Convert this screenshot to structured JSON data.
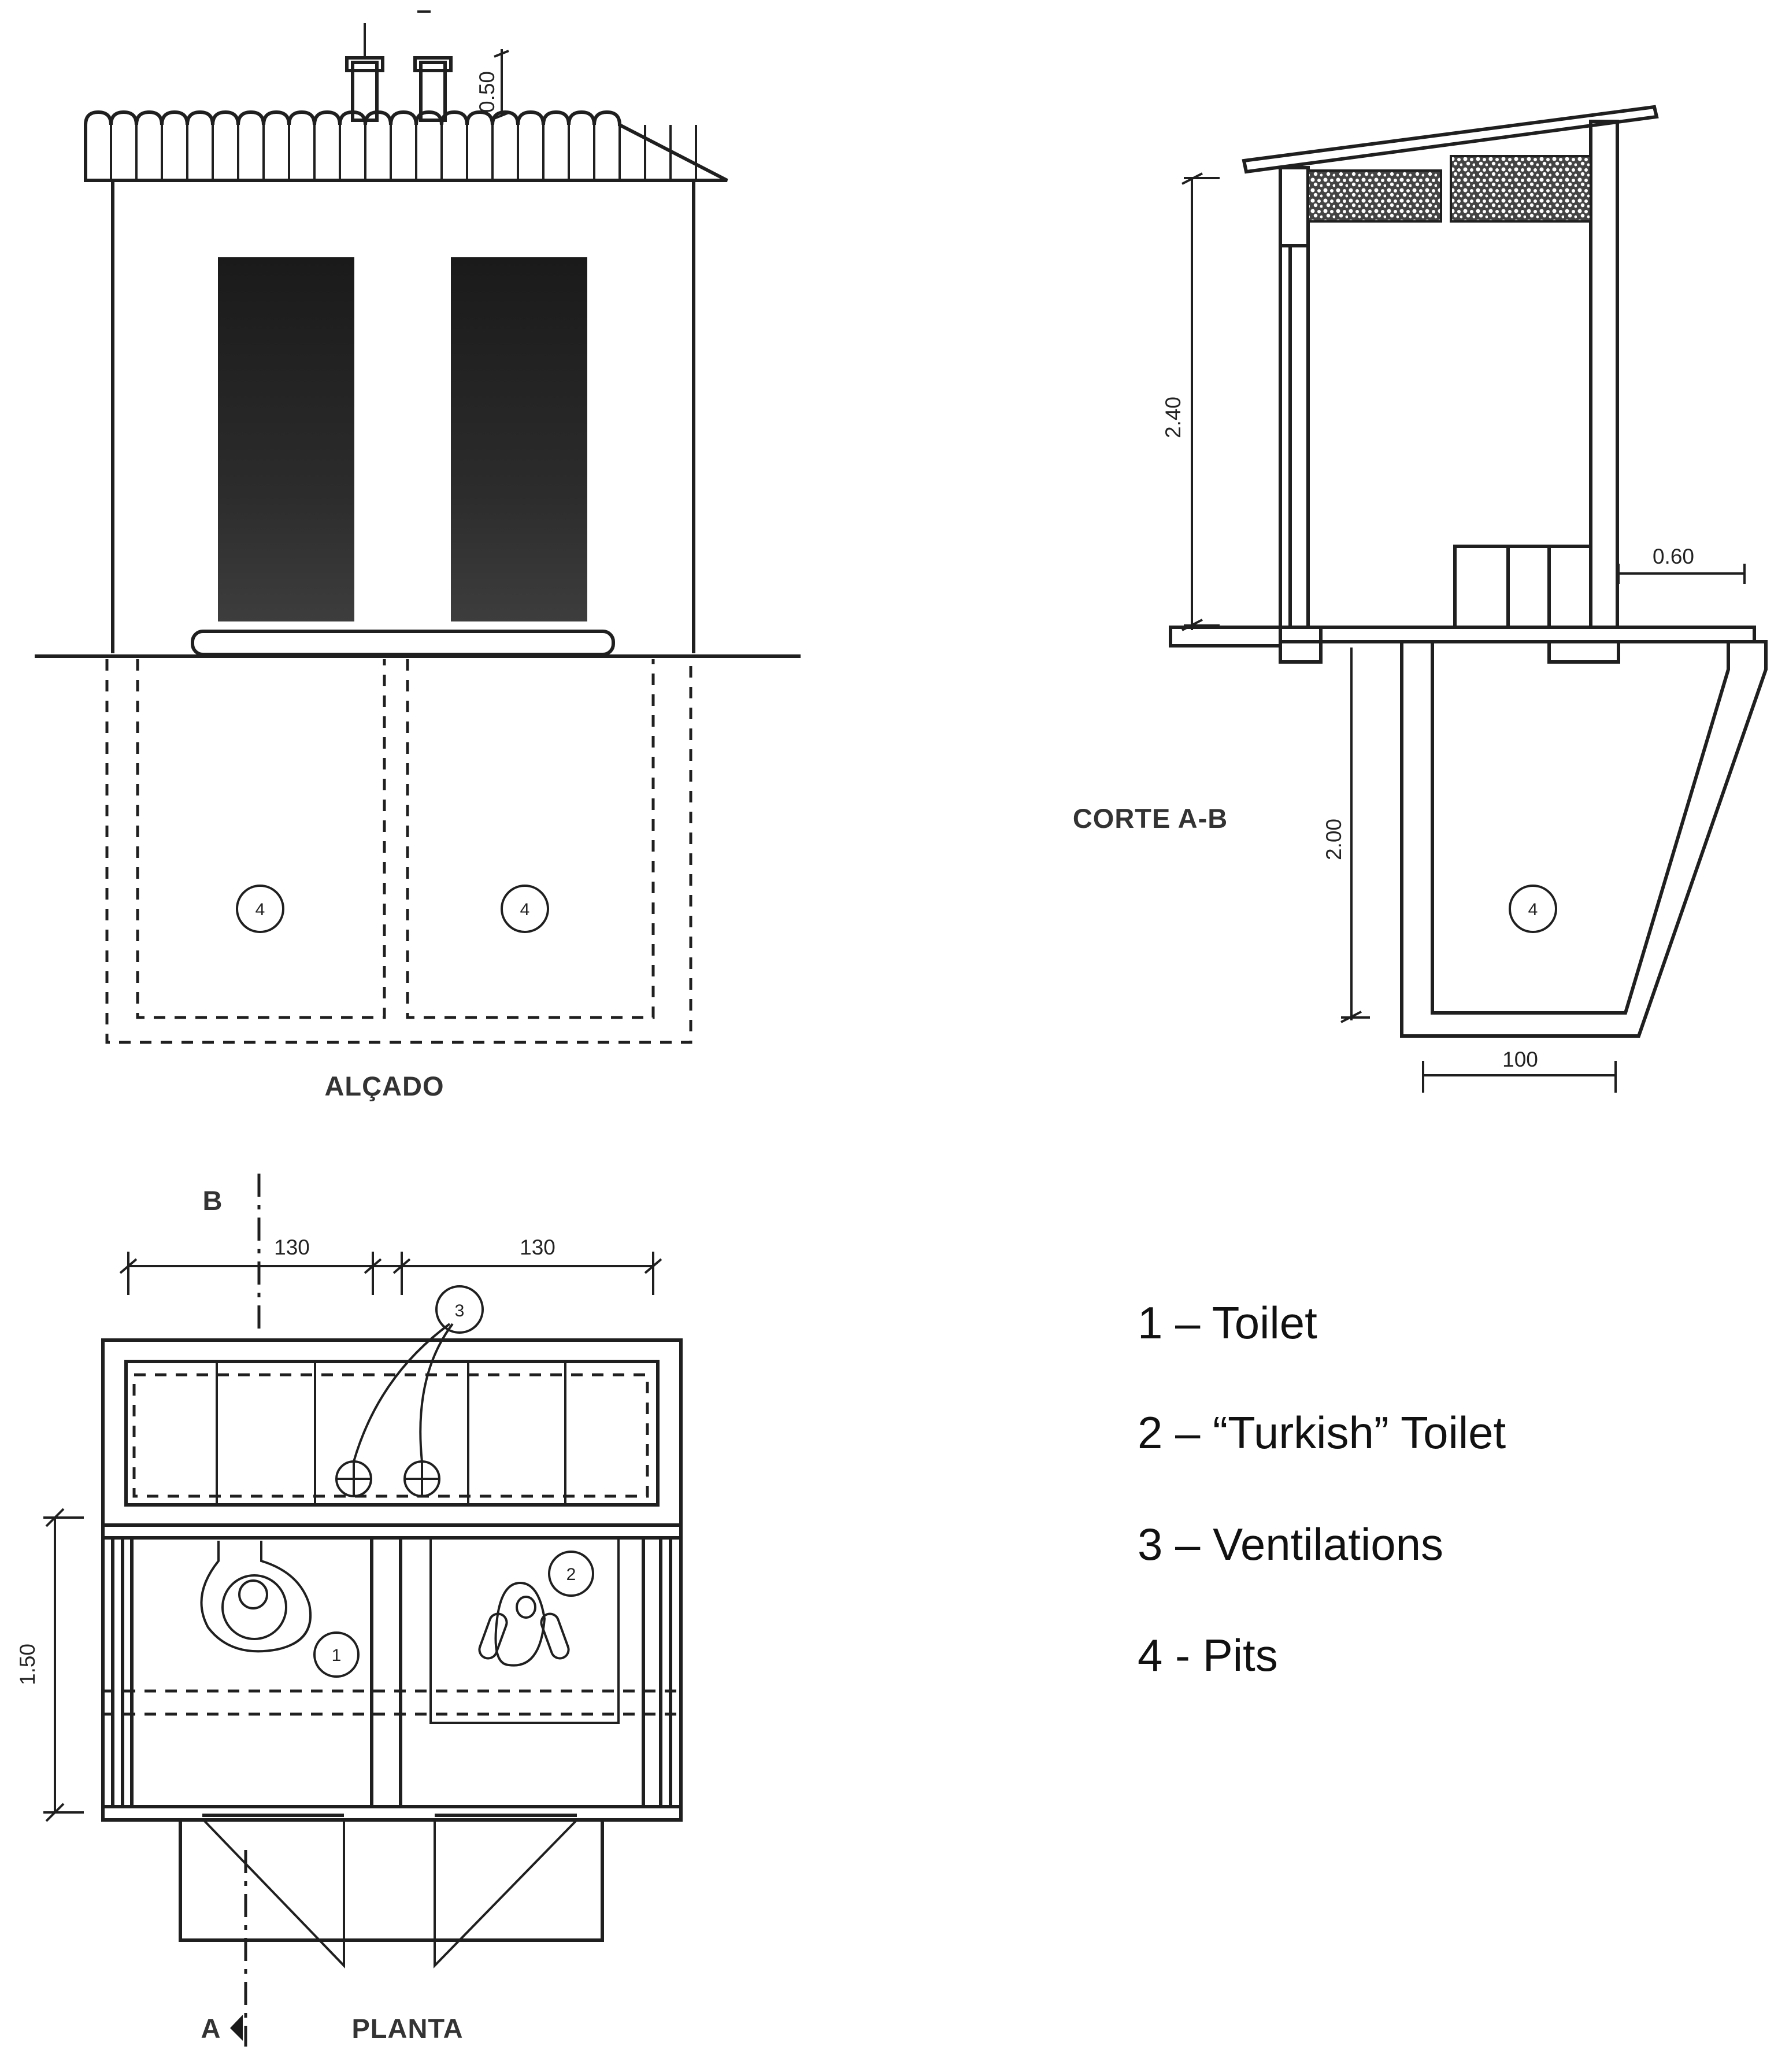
{
  "views": {
    "elevation": {
      "title": "ALÇADO",
      "dim_vent_height": "0.50",
      "callouts": [
        "4",
        "4"
      ]
    },
    "section": {
      "title": "CORTE A-B",
      "dim_height": "2.40",
      "dim_pit_depth": "2.00",
      "dim_overhang": "0.60",
      "dim_pit_width": "100",
      "callout": "4"
    },
    "plan": {
      "title": "PLANTA",
      "dim_width_left": "130",
      "dim_width_right": "130",
      "dim_depth": "1.50",
      "section_mark_top": "B",
      "section_mark_bottom": "A",
      "callouts": [
        "1",
        "2",
        "3"
      ]
    }
  },
  "legend": {
    "items": [
      "1 – Toilet",
      "2 – “Turkish” Toilet",
      "3 – Ventilations",
      "4 - Pits"
    ]
  }
}
